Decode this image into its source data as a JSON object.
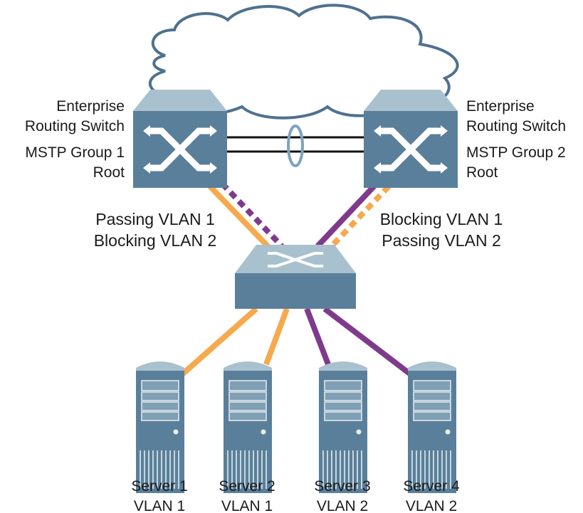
{
  "colors": {
    "vlan1_link": "#f6a94d",
    "vlan2_link": "#7e3b8c",
    "device_front": "#5a7f9a",
    "device_top": "#a9c1cf",
    "cloud_outline": "#4f7190"
  },
  "switches": {
    "left": {
      "line1": "Enterprise",
      "line2": "Routing Switch",
      "line3": "MSTP Group 1",
      "line4": "Root"
    },
    "right": {
      "line1": "Enterprise",
      "line2": "Routing Switch",
      "line3": "MSTP Group 2",
      "line4": "Root"
    }
  },
  "links": {
    "left": {
      "line1": "Passing VLAN 1",
      "line2": "Blocking VLAN 2"
    },
    "right": {
      "line1": "Blocking VLAN 1",
      "line2": "Passing VLAN 2"
    }
  },
  "servers": [
    {
      "name": "Server 1",
      "vlan": "VLAN 1"
    },
    {
      "name": "Server 2",
      "vlan": "VLAN 1"
    },
    {
      "name": "Server 3",
      "vlan": "VLAN 2"
    },
    {
      "name": "Server 4",
      "vlan": "VLAN 2"
    }
  ]
}
